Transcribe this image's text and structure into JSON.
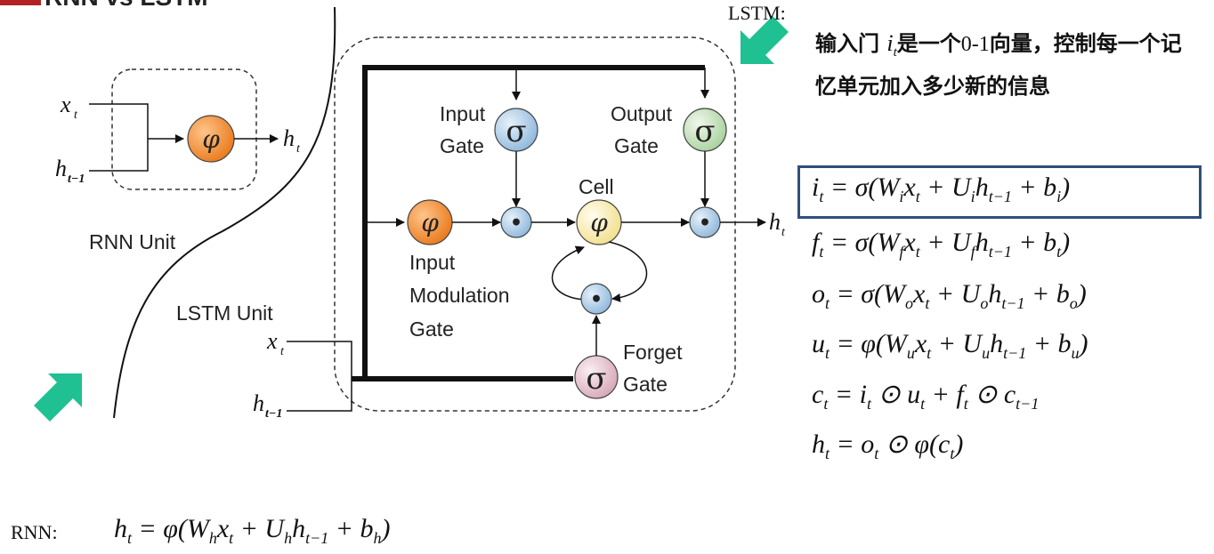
{
  "header": {
    "title_fragment": "RNN vs LSTM"
  },
  "rnn_unit": {
    "label": "RNN Unit",
    "input_x": "x",
    "input_x_sub": "t",
    "input_h": "h",
    "input_h_sub": "t−1",
    "activation_symbol": "φ",
    "output_h": "h",
    "output_h_sub": "t"
  },
  "lstm_unit": {
    "label": "LSTM Unit",
    "input_x": "x",
    "input_x_sub": "t",
    "input_h": "h",
    "input_h_sub": "t−1",
    "output_h": "h",
    "output_h_sub": "t",
    "sigma_symbol": "σ",
    "phi_symbol": "φ",
    "mult_symbol": "•",
    "input_gate_line1": "Input",
    "input_gate_line2": "Gate",
    "output_gate_line1": "Output",
    "output_gate_line2": "Gate",
    "cell_label": "Cell",
    "modulation_line1": "Input",
    "modulation_line2": "Modulation",
    "modulation_line3": "Gate",
    "forget_line1": "Forget",
    "forget_line2": "Gate"
  },
  "annotation": {
    "lstm_prefix": "LSTM:",
    "text_part1": "输入门 ",
    "var": "i",
    "var_sub": "t",
    "text_part2": "是一个",
    "range": "0-1",
    "text_part3": "向量，控制每一个记忆单元加入多少新的信息"
  },
  "equations": [
    {
      "lhs": "i",
      "lhs_sub": "t",
      "rhs": "= σ(W<sub>i</sub>x<sub>t</sub> + U<sub>i</sub>h<sub>t−1</sub> + b<sub>i</sub>)"
    },
    {
      "lhs": "f",
      "lhs_sub": "t",
      "rhs": "= σ(W<sub>f</sub>x<sub>t</sub> + U<sub>f</sub>h<sub>t−1</sub> + b<sub>t</sub>)"
    },
    {
      "lhs": "o",
      "lhs_sub": "t",
      "rhs": "= σ(W<sub>o</sub>x<sub>t</sub> + U<sub>o</sub>h<sub>t−1</sub> + b<sub>o</sub>)"
    },
    {
      "lhs": "u",
      "lhs_sub": "t",
      "rhs": "= φ(W<sub>u</sub>x<sub>t</sub> + U<sub>u</sub>h<sub>t−1</sub> + b<sub>u</sub>)"
    },
    {
      "lhs": "c",
      "lhs_sub": "t",
      "rhs": "= i<sub>t</sub> ⊙ u<sub>t</sub> + f<sub>t</sub> ⊙ c<sub>t−1</sub>"
    },
    {
      "lhs": "h",
      "lhs_sub": "t",
      "rhs": "= o<sub>t</sub> ⊙ φ(c<sub>t</sub>)"
    }
  ],
  "rnn_equation": {
    "prefix": "RNN:",
    "formula": "h<sub>t</sub> = φ(W<sub>h</sub>x<sub>t</sub> + U<sub>h</sub>h<sub>t−1</sub> + b<sub>h</sub>)"
  },
  "colors": {
    "accent_green": "#1fc091",
    "title_red": "#b22222",
    "phi_orange": "#f08a2c",
    "sigma_blue": "#a9cbe5",
    "mult_blue": "#b4d3ea",
    "output_green": "#cfe7c7",
    "cell_yellow": "#fbf0b8",
    "forget_pink": "#e8c9d3",
    "box_border": "#2f4f7a"
  }
}
